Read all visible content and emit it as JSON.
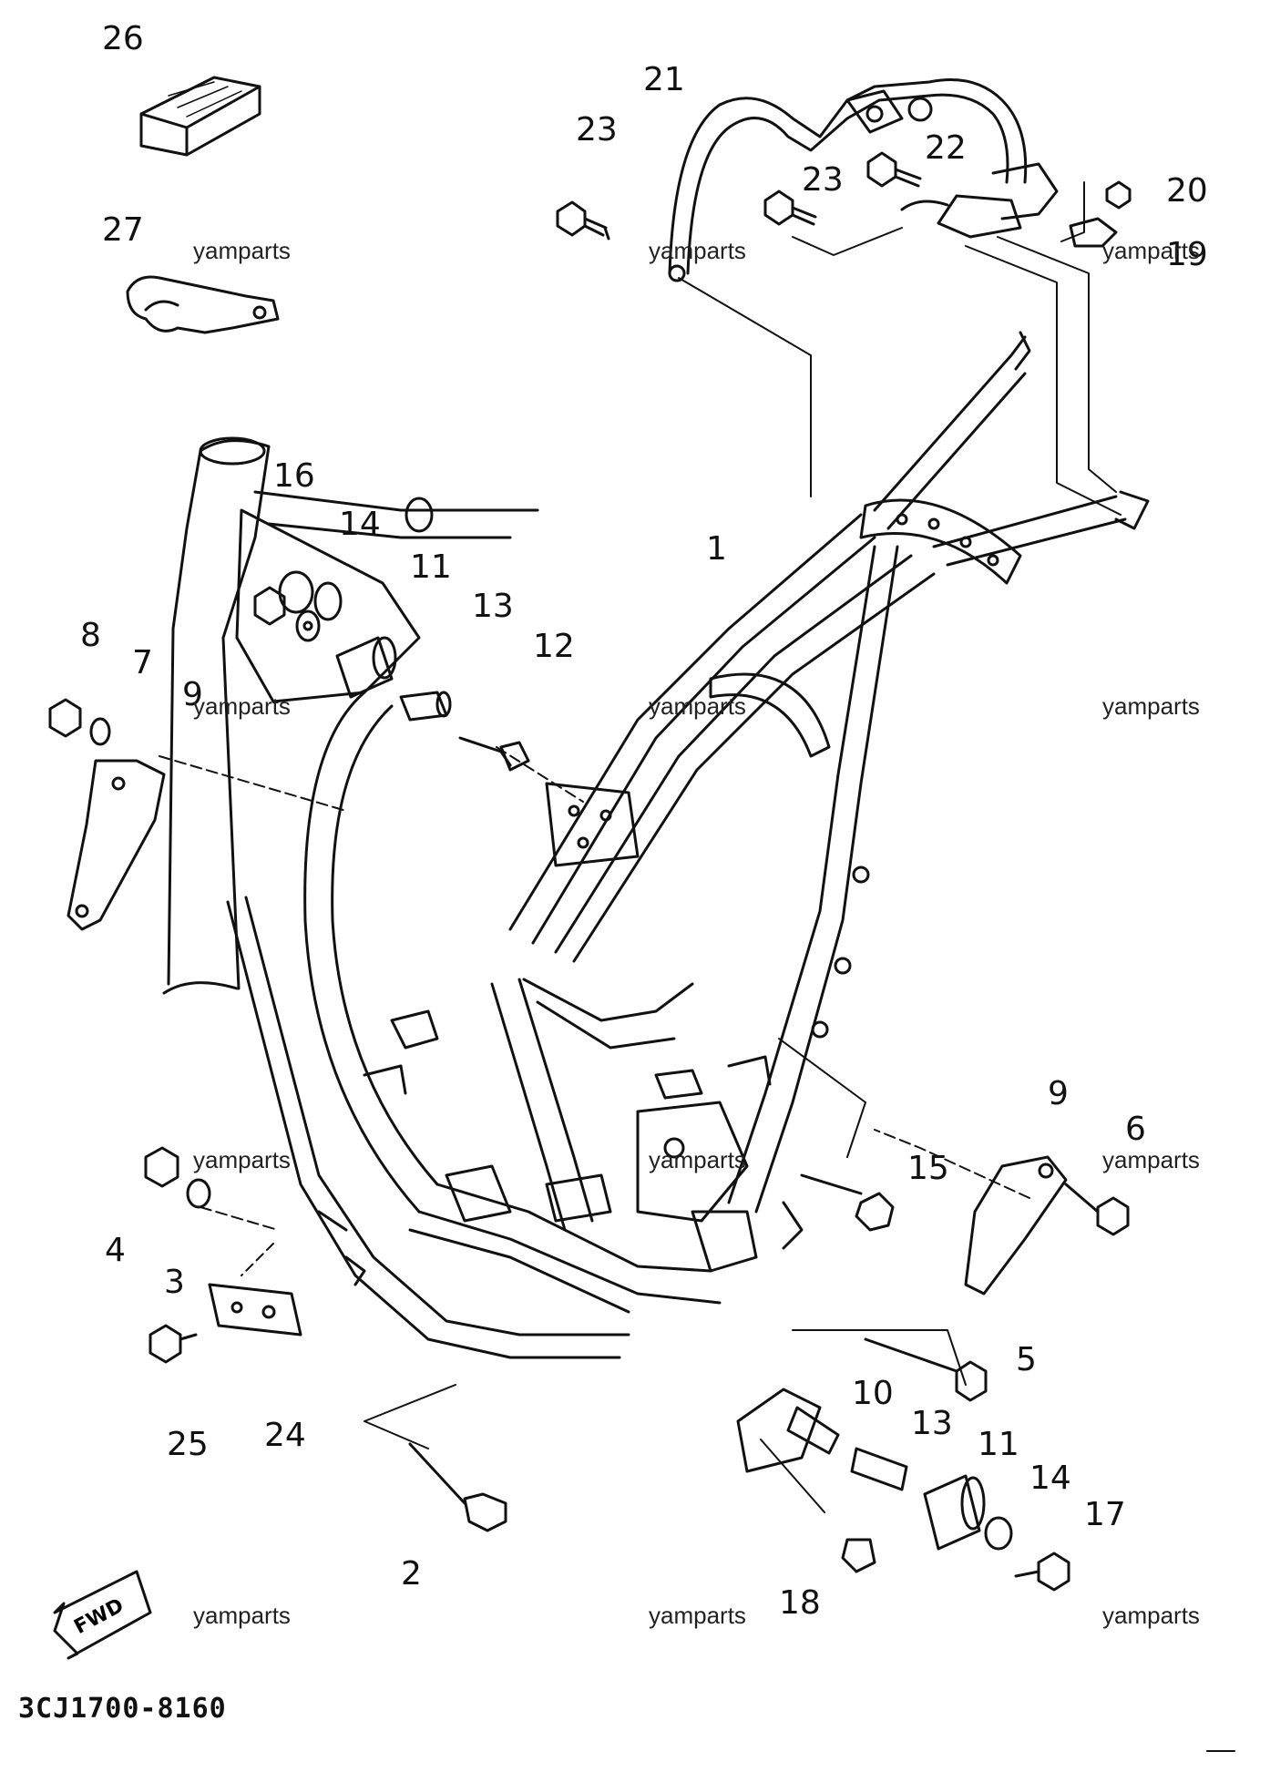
{
  "diagram": {
    "part_code": "3CJ1700-8160",
    "direction_label": "FWD",
    "watermark": "yamparts",
    "callouts": {
      "p1": "1",
      "p2": "2",
      "p3": "3",
      "p4": "4",
      "p5": "5",
      "p6": "6",
      "p7": "7",
      "p8": "8",
      "p9a": "9",
      "p9b": "9",
      "p10": "10",
      "p11a": "11",
      "p11b": "11",
      "p12": "12",
      "p13a": "13",
      "p13b": "13",
      "p14a": "14",
      "p14b": "14",
      "p15": "15",
      "p16": "16",
      "p17": "17",
      "p18": "18",
      "p19": "19",
      "p20": "20",
      "p21": "21",
      "p22": "22",
      "p23a": "23",
      "p23b": "23",
      "p24": "24",
      "p25": "25",
      "p26": "26",
      "p27": "27"
    }
  }
}
